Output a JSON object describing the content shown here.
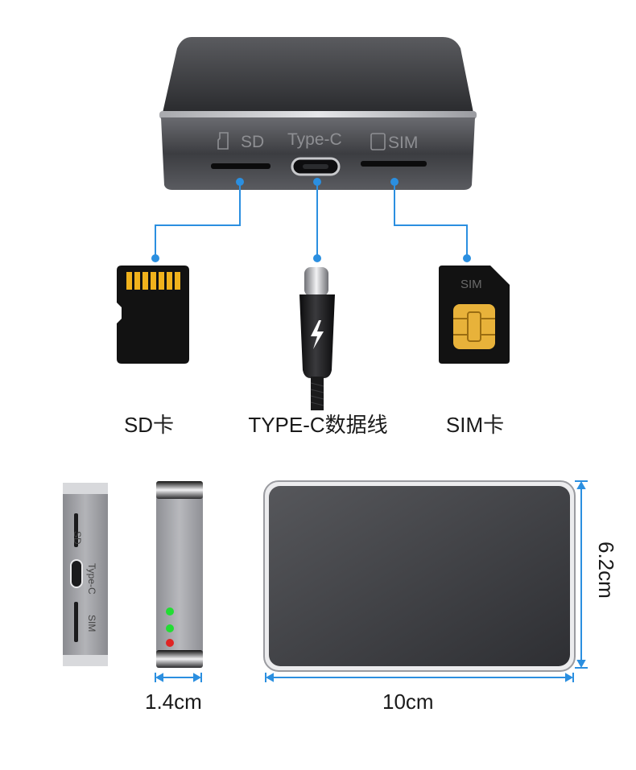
{
  "device": {
    "port_labels": {
      "sd": "SD",
      "typec": "Type-C",
      "sim": "SIM"
    }
  },
  "accessories": [
    {
      "key": "sd",
      "label": "SD卡"
    },
    {
      "key": "typec",
      "label": "TYPE-C数据线"
    },
    {
      "key": "sim",
      "label": "SIM卡"
    }
  ],
  "sim_card_text": "SIM",
  "dimensions": {
    "thickness": "1.4cm",
    "length": "10cm",
    "width": "6.2cm"
  },
  "colors": {
    "accent_line": "#2b8fe0",
    "device_body": "#3a3b3f",
    "led_green": "#22dd33",
    "led_red": "#e02424",
    "chip_gold": "#e8b23a"
  }
}
